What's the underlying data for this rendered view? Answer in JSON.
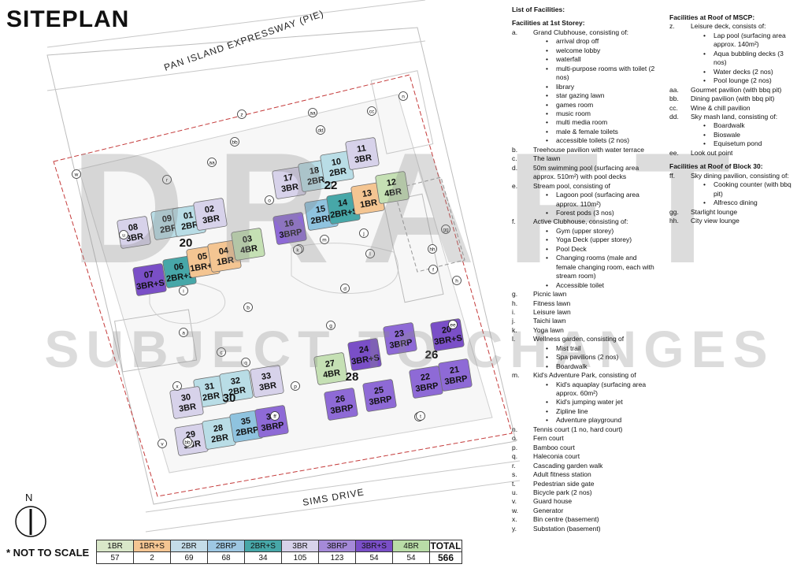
{
  "title": "SITEPLAN",
  "roads": {
    "top": "PAN ISLAND EXPRESSWAY (PIE)",
    "bottom": "SIMS DRIVE"
  },
  "watermark": {
    "line1": "DRAFT",
    "line2": "SUBJECT TO CHANGES"
  },
  "north_label": "N",
  "scale_note": "* NOT TO SCALE",
  "colors": {
    "1BR": "#d9e7c9",
    "1BR+S": "#f4c592",
    "2BR": "#c4dce8",
    "2BRP": "#9ec7e3",
    "2BR+S": "#47a7a8",
    "3BR": "#d7d2ea",
    "3BRP": "#a58ad8",
    "3BR+S": "#7a4fc7",
    "4BR": "#b9dca7"
  },
  "units": [
    {
      "name": "08",
      "type": "3BR",
      "color": "#d7d2ea"
    },
    {
      "name": "09",
      "type": "2BR",
      "color": "#b9dde6"
    },
    {
      "name": "01",
      "type": "2BR",
      "color": "#b9dde6"
    },
    {
      "name": "02",
      "type": "3BR",
      "color": "#d7d2ea"
    },
    {
      "name": "07",
      "type": "3BR+S",
      "color": "#7a4fc7"
    },
    {
      "name": "06",
      "type": "2BR+S",
      "color": "#47a7a8"
    },
    {
      "name": "05",
      "type": "1BR+S",
      "color": "#f4c592"
    },
    {
      "name": "04",
      "type": "1BR",
      "color": "#f4c592"
    },
    {
      "name": "03",
      "type": "4BR",
      "color": "#c5e0b4"
    },
    {
      "name": "17",
      "type": "3BR",
      "color": "#d7d2ea"
    },
    {
      "name": "18",
      "type": "2BR",
      "color": "#b9dde6"
    },
    {
      "name": "10",
      "type": "2BR",
      "color": "#b9dde6"
    },
    {
      "name": "11",
      "type": "3BR",
      "color": "#d7d2ea"
    },
    {
      "name": "16",
      "type": "3BRP",
      "color": "#8e6ad6"
    },
    {
      "name": "15",
      "type": "2BRP",
      "color": "#8fc3df"
    },
    {
      "name": "14",
      "type": "2BR+S",
      "color": "#47a7a8"
    },
    {
      "name": "13",
      "type": "1BR",
      "color": "#f4c592"
    },
    {
      "name": "12",
      "type": "4BR",
      "color": "#c5e0b4"
    },
    {
      "name": "33",
      "type": "3BR",
      "color": "#d7d2ea"
    },
    {
      "name": "31",
      "type": "2BR",
      "color": "#b9dde6"
    },
    {
      "name": "32",
      "type": "2BR",
      "color": "#b9dde6"
    },
    {
      "name": "30",
      "type": "3BR",
      "color": "#d7d2ea"
    },
    {
      "name": "29",
      "type": "3BR",
      "color": "#d7d2ea"
    },
    {
      "name": "28",
      "type": "2BR",
      "color": "#b9dde6"
    },
    {
      "name": "35",
      "type": "2BRP",
      "color": "#8fc3df"
    },
    {
      "name": "34",
      "type": "3BRP",
      "color": "#8e6ad6"
    },
    {
      "name": "27",
      "type": "4BR",
      "color": "#c5e0b4"
    },
    {
      "name": "24",
      "type": "3BR+S",
      "color": "#7a4fc7"
    },
    {
      "name": "23",
      "type": "3BRP",
      "color": "#8e6ad6"
    },
    {
      "name": "20",
      "type": "3BR+S",
      "color": "#7a4fc7"
    },
    {
      "name": "26",
      "type": "3BRP",
      "color": "#8e6ad6"
    },
    {
      "name": "25",
      "type": "3BRP",
      "color": "#8e6ad6"
    },
    {
      "name": "22",
      "type": "3BRP",
      "color": "#8e6ad6"
    },
    {
      "name": "21",
      "type": "3BRP",
      "color": "#8e6ad6"
    }
  ],
  "blocks": [
    "20",
    "22",
    "28",
    "26",
    "30"
  ],
  "facility_tags": [
    "a",
    "b",
    "c",
    "d",
    "e",
    "f",
    "g",
    "h",
    "i",
    "j",
    "k",
    "l",
    "m",
    "n",
    "o",
    "p",
    "q",
    "r",
    "s",
    "t",
    "u",
    "v",
    "w",
    "x",
    "y",
    "z",
    "aa",
    "bb",
    "cc",
    "dd",
    "ee",
    "ff",
    "gg",
    "hh",
    "aa",
    "bb"
  ],
  "unit_mix": {
    "headers": [
      "1BR",
      "1BR+S",
      "2BR",
      "2BRP",
      "2BR+S",
      "3BR",
      "3BRP",
      "3BR+S",
      "4BR",
      "TOTAL"
    ],
    "counts": [
      "57",
      "2",
      "69",
      "68",
      "34",
      "105",
      "123",
      "54",
      "54",
      "566"
    ]
  },
  "facilities": {
    "list_title": "List of Facilities:",
    "ground_heading": "Facilities at 1st Storey:",
    "mscp_heading": "Facilities at Roof of MSCP:",
    "block30_heading": "Facilities at Roof of Block 30:",
    "ground": [
      {
        "key": "a.",
        "label": "Grand Clubhouse, consisting of:",
        "subs": [
          "arrival drop off",
          "welcome lobby",
          "waterfall",
          "multi-purpose rooms with toilet (2 nos)",
          "library",
          "star gazing lawn",
          "games room",
          "music room",
          "multi media room",
          "male & female toilets",
          "accessible toilets (2 nos)"
        ]
      },
      {
        "key": "b.",
        "label": "Treehouse pavilion with water terrace",
        "subs": []
      },
      {
        "key": "c.",
        "label": "The lawn",
        "subs": []
      },
      {
        "key": "d.",
        "label": "50m swimming pool (surfacing area approx. 510m²) with pool decks",
        "subs": []
      },
      {
        "key": "e.",
        "label": "Stream pool, consisting of",
        "subs": [
          "Lagoon pool (surfacing area approx. 110m²)",
          "Forest pods (3 nos)"
        ]
      },
      {
        "key": "f.",
        "label": "Active Clubhouse, consisting of:",
        "subs": [
          "Gym (upper storey)",
          "Yoga Deck (upper storey)",
          "Pool Deck",
          "Changing rooms (male and female changing room, each with stream room)",
          "Accessible toilet"
        ]
      },
      {
        "key": "g.",
        "label": "Picnic lawn",
        "subs": []
      },
      {
        "key": "h.",
        "label": "Fitness lawn",
        "subs": []
      },
      {
        "key": "i.",
        "label": "Leisure lawn",
        "subs": []
      },
      {
        "key": "j.",
        "label": "Taichi lawn",
        "subs": []
      },
      {
        "key": "k.",
        "label": "Yoga lawn",
        "subs": []
      },
      {
        "key": "l.",
        "label": "Wellness garden, consisting of",
        "subs": [
          "Mist trail",
          "Spa pavilions (2 nos)",
          "Boardwalk"
        ]
      },
      {
        "key": "m.",
        "label": "Kid's Adventure Park, consisting of",
        "subs": [
          "Kid's aquaplay (surfacing area approx. 60m²)",
          "Kid's jumping water jet",
          "Zipline line",
          "Adventure playground"
        ]
      },
      {
        "key": "n.",
        "label": "Tennis court (1 no, hard court)",
        "subs": []
      },
      {
        "key": "o.",
        "label": "Fern court",
        "subs": []
      },
      {
        "key": "p.",
        "label": "Bamboo court",
        "subs": []
      },
      {
        "key": "q.",
        "label": "Haleconia court",
        "subs": []
      },
      {
        "key": "r.",
        "label": "Cascading garden walk",
        "subs": []
      },
      {
        "key": "s.",
        "label": "Adult fitness station",
        "subs": []
      },
      {
        "key": "t.",
        "label": "Pedestrian side gate",
        "subs": []
      },
      {
        "key": "u.",
        "label": "Bicycle park (2 nos)",
        "subs": []
      },
      {
        "key": "v.",
        "label": "Guard house",
        "subs": []
      },
      {
        "key": "w.",
        "label": "Generator",
        "subs": []
      },
      {
        "key": "x.",
        "label": "Bin centre (basement)",
        "subs": []
      },
      {
        "key": "y.",
        "label": "Substation (basement)",
        "subs": []
      }
    ],
    "mscp": [
      {
        "key": "z.",
        "label": "Leisure deck, consists of:",
        "subs": [
          "Lap pool (surfacing area approx. 140m²)",
          "Aqua bubbling decks (3 nos)",
          "Water decks (2 nos)",
          "Pool lounge (2 nos)"
        ]
      },
      {
        "key": "aa.",
        "label": "Gourmet pavilion (with bbq pit)",
        "subs": []
      },
      {
        "key": "bb.",
        "label": "Dining pavilion (with bbq pit)",
        "subs": []
      },
      {
        "key": "cc.",
        "label": "Wine & chill pavilion",
        "subs": []
      },
      {
        "key": "dd.",
        "label": "Sky mash land, consisting of:",
        "subs": [
          "Boardwalk",
          "Bioswale",
          "Equisetum pond"
        ]
      },
      {
        "key": "ee.",
        "label": "Look out point",
        "subs": []
      }
    ],
    "block30": [
      {
        "key": "ff.",
        "label": "Sky dining pavilion, consisting of:",
        "subs": [
          "Cooking counter (with bbq pit)",
          "Alfresco dining"
        ]
      },
      {
        "key": "gg.",
        "label": "Starlight lounge",
        "subs": []
      },
      {
        "key": "hh.",
        "label": "City view lounge",
        "subs": []
      }
    ]
  }
}
